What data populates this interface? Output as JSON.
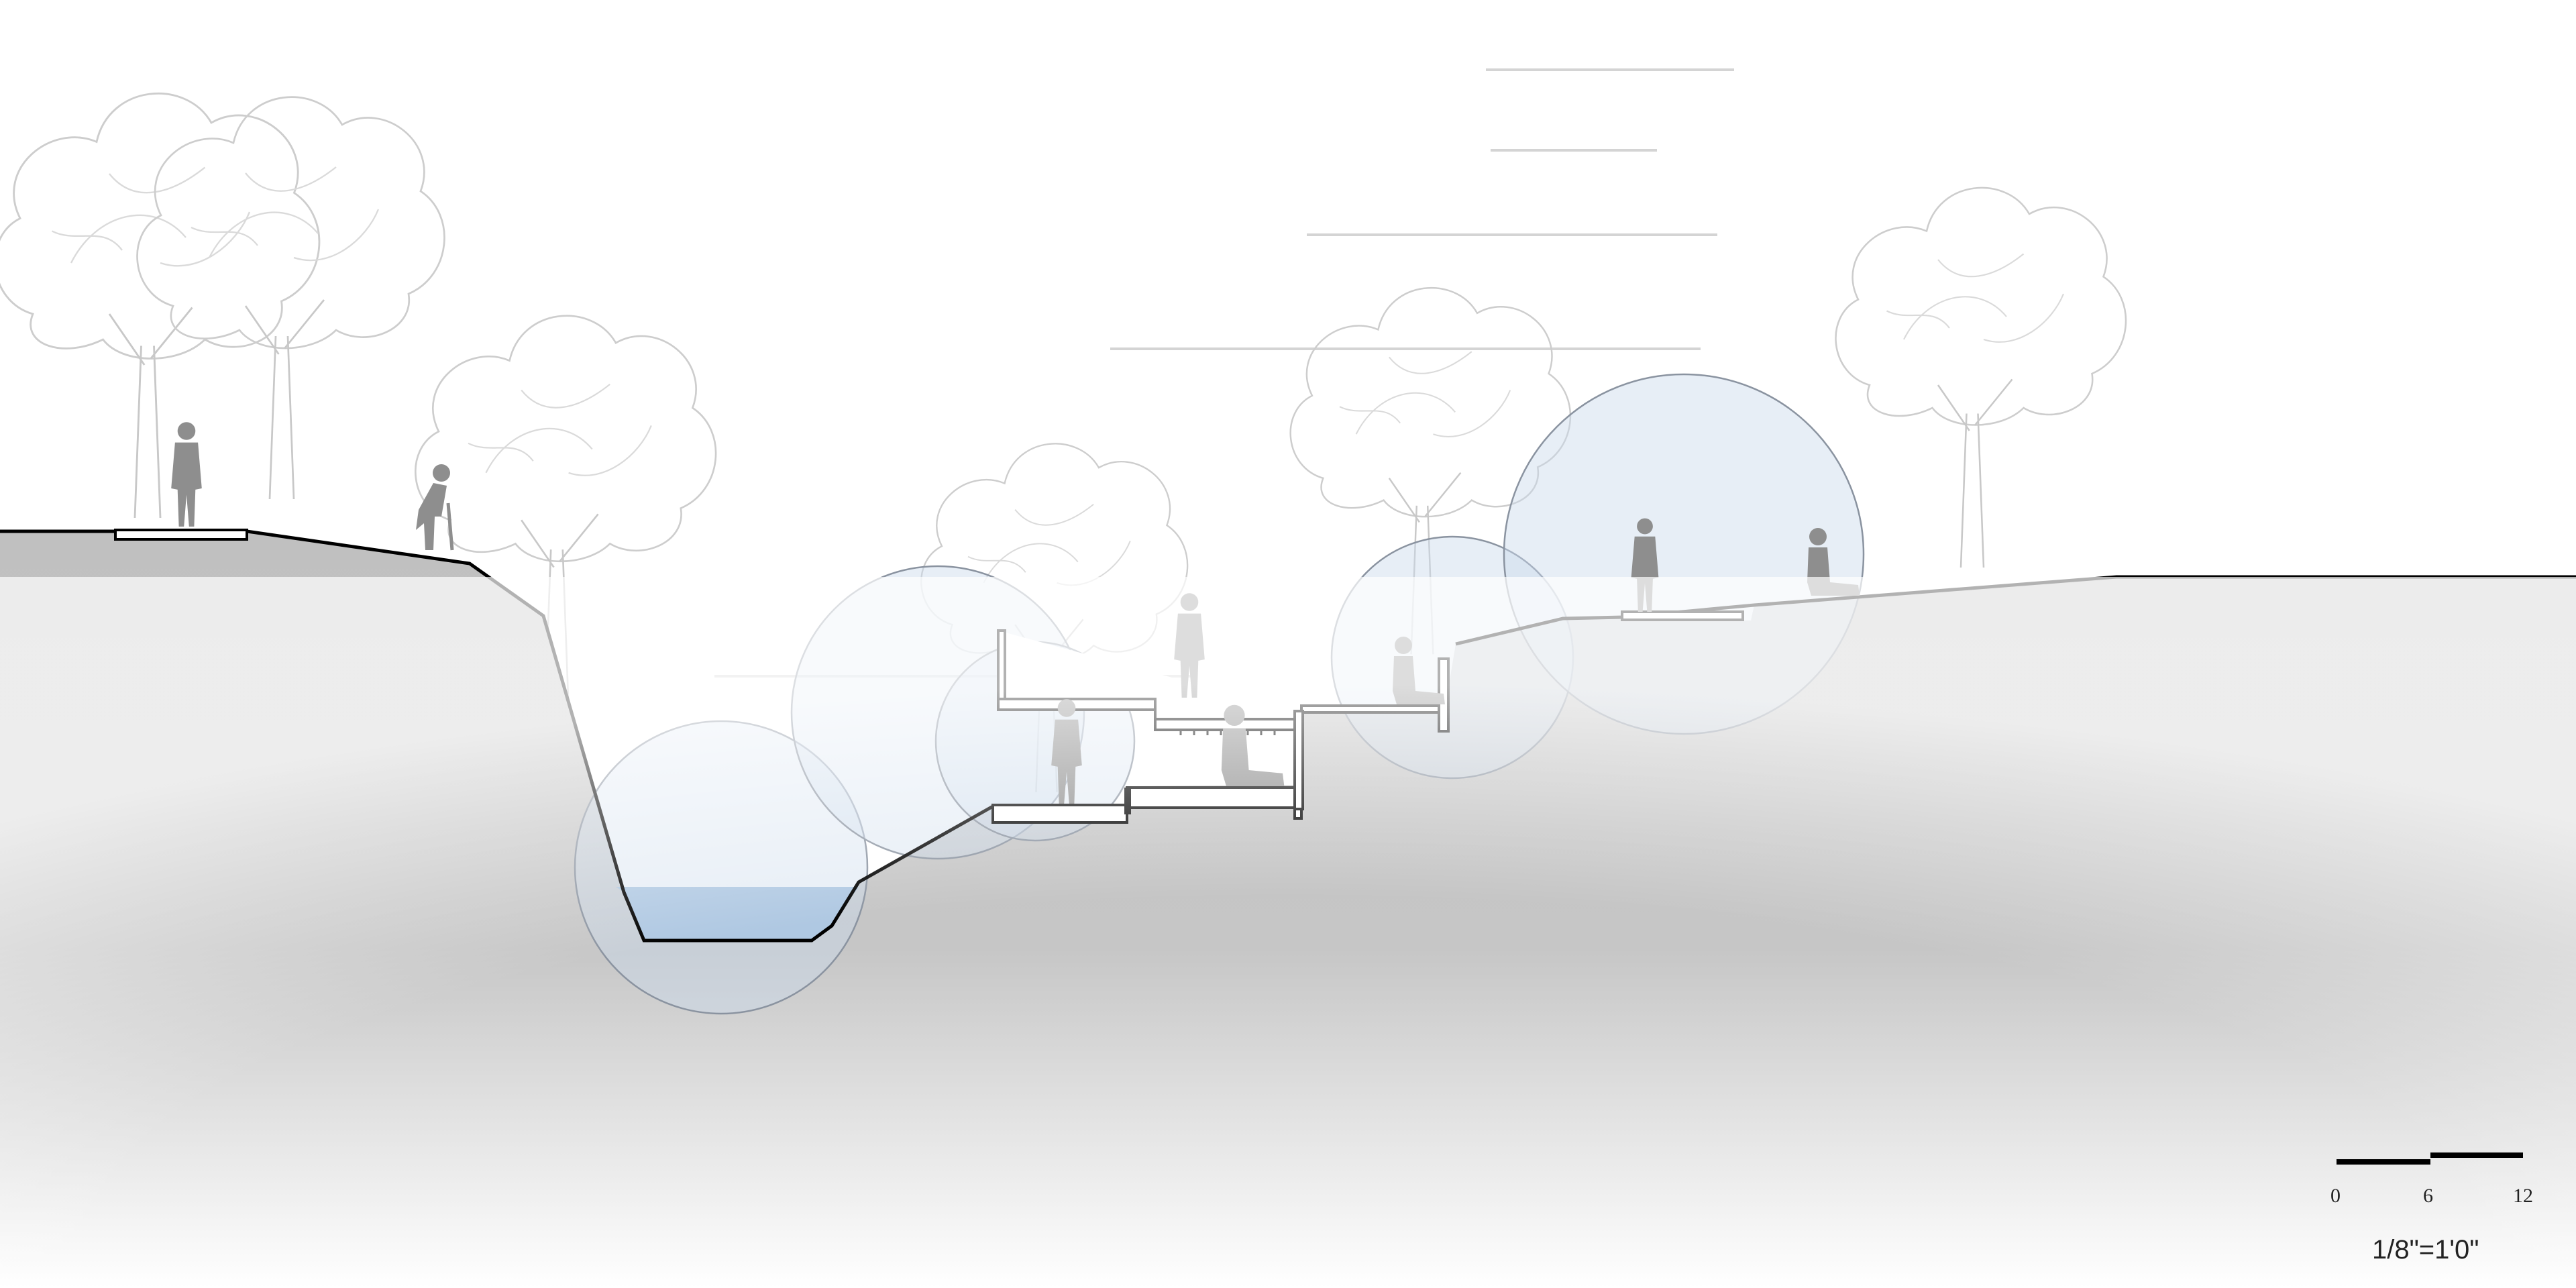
{
  "drawing": {
    "type": "landscape-section",
    "colors": {
      "ground_light": "#ececec",
      "ground_dark": "#c2c2c2",
      "water": "#8fb4d6",
      "bubble_fill": "#c9d9ec",
      "bubble_stroke": "#8a93a0",
      "figure": "#8e8e8e",
      "tree_line": "#cfcfcf",
      "profile_line": "#000000"
    },
    "icons": [
      "tree-icon",
      "person-walking-icon",
      "person-standing-icon",
      "person-sitting-icon",
      "person-with-cane-icon"
    ]
  },
  "scale_bar": {
    "ticks": [
      "0",
      "6",
      "12"
    ],
    "ratio": "1/8\"=1'0\""
  }
}
